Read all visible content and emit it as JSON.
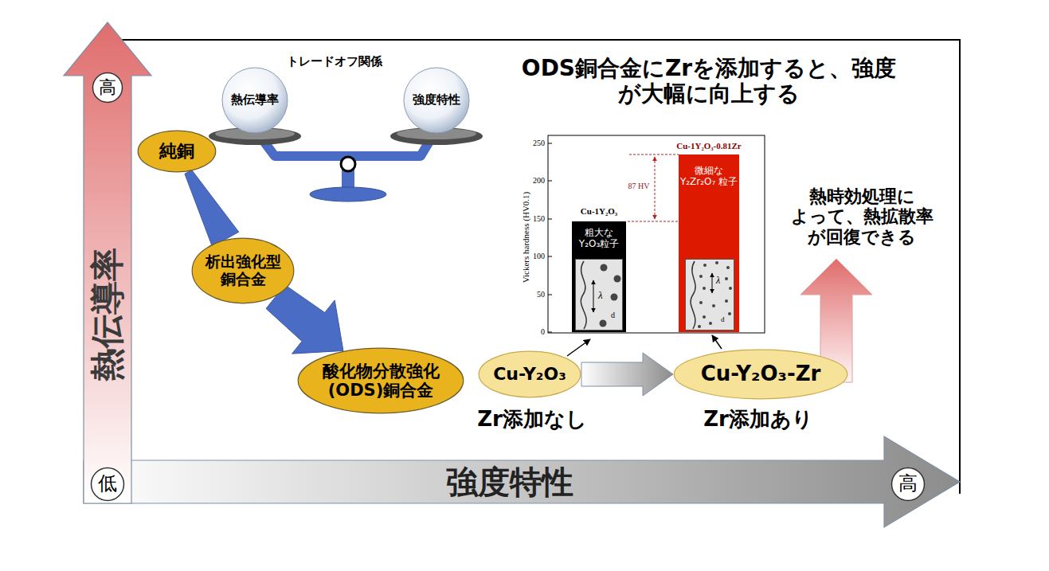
{
  "diagram": {
    "title": "ODS銅合金にZrを添加すると、強度 が大幅に向上する",
    "nodes": [
      {
        "text": [
          "高"
        ]
      },
      {
        "text": [
          "熱伝導率"
        ]
      },
      {
        "text": [
          "強度特性"
        ]
      },
      {
        "text": [
          "純銅"
        ]
      },
      {
        "text": [
          "析出強化型 銅合金"
        ]
      },
      {
        "text": [
          "Cu-1Y₂O₃",
          "粗大な Y₂O₃粒子"
        ]
      },
      {
        "text": [
          "λ",
          "d"
        ],
        "in": 5
      },
      {
        "text": [
          "Cu-1Y₂O₃-0.81Zr",
          "微細な Y₂Zr₂O₇ 粒子"
        ]
      },
      {
        "text": [
          "λ",
          "d"
        ],
        "in": 7
      },
      {
        "text": [
          "酸化物分散強化 (ODS)銅合金"
        ]
      },
      {
        "text": [
          "Cu-Y₂O₃"
        ]
      },
      {
        "text": [
          "Cu-Y₂O₃-Zr"
        ]
      },
      {
        "text": [
          "低"
        ]
      },
      {
        "text": [
          "高"
        ]
      }
    ],
    "edges": [
      {
        "from": 3,
        "to": 4,
        "arrow": "none"
      },
      {
        "from": 4,
        "to": 9,
        "arrow": "to"
      },
      {
        "from": 10,
        "to": 11,
        "arrow": "to"
      }
    ],
    "labels": [
      "熱伝導率",
      "強度特性",
      "トレードオフ関係",
      "Zr添加なし",
      "Zr添加あり",
      "熱時効処理に よって、熱拡散率 が回復できる",
      "Vickers hardness (HV0.1)",
      "0",
      "50",
      "100",
      "150",
      "200",
      "250",
      "87 HV"
    ]
  }
}
